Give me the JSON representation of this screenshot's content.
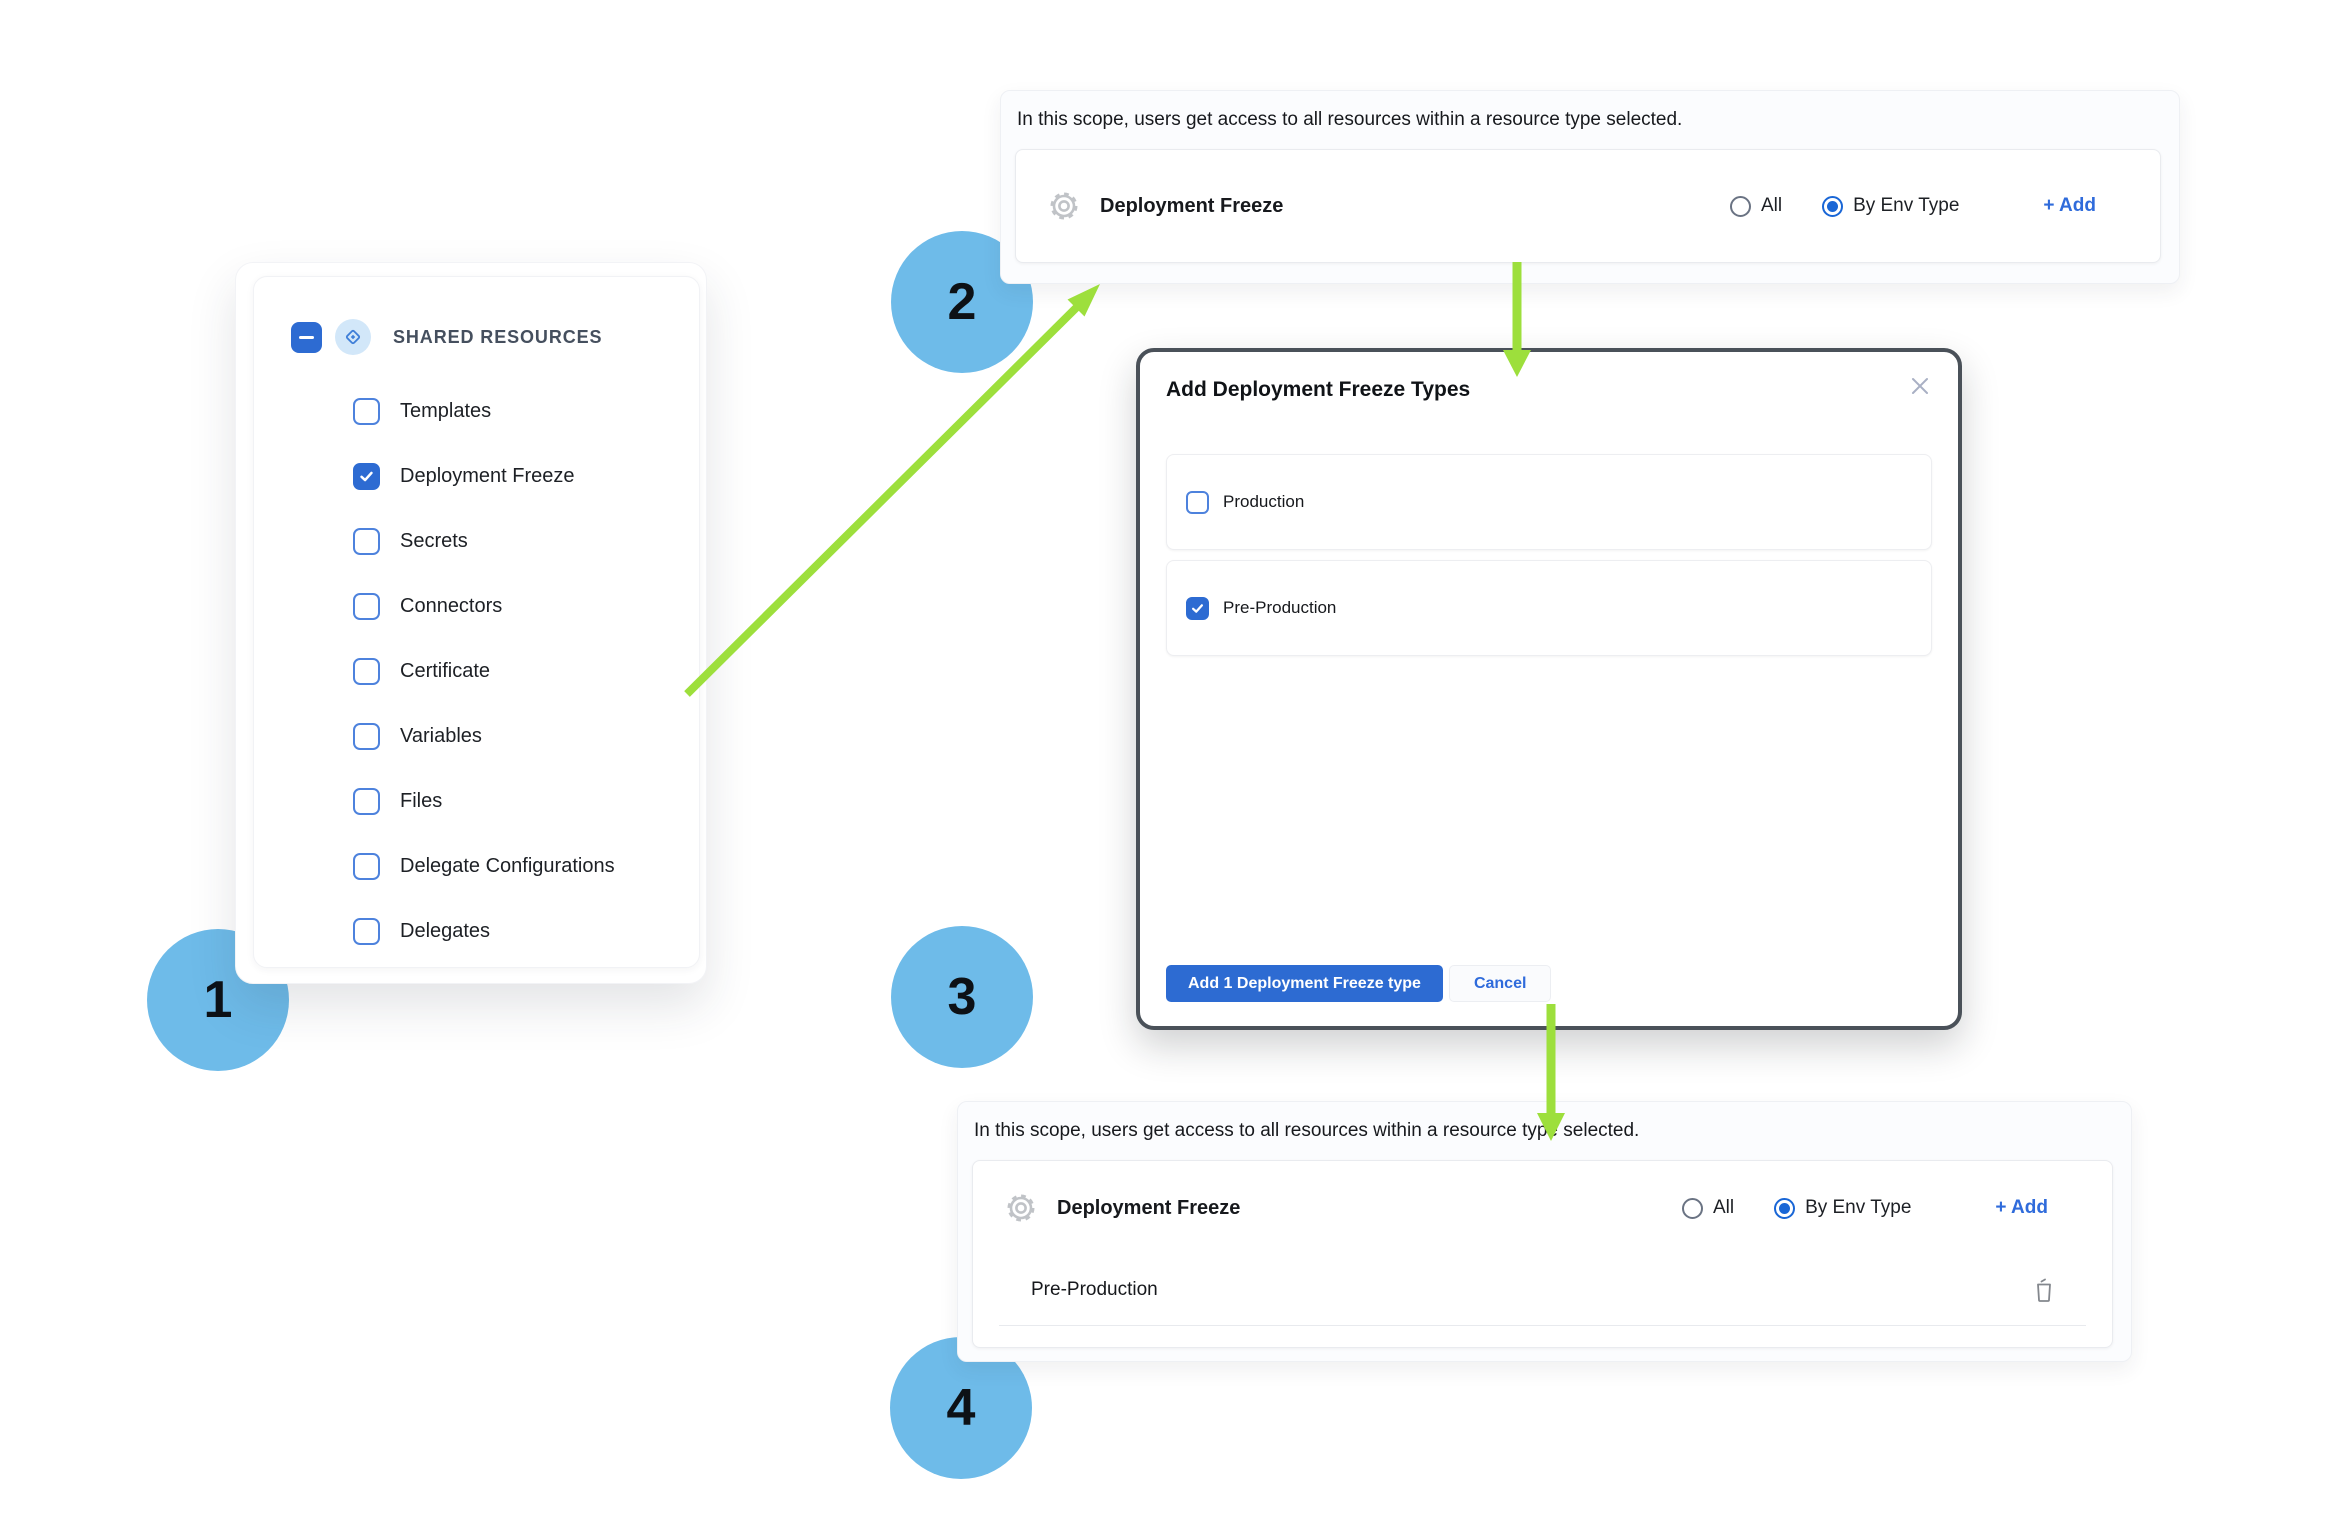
{
  "colors": {
    "primary_blue": "#2d6bd2",
    "link_blue": "#2f6bdb",
    "checkbox_blue": "#4d82dd",
    "arrow_green": "#9ddf3c",
    "step_circle": "#6ebbe9",
    "modal_border": "#4a5159",
    "panel_bg": "#fbfcfe",
    "card_border": "#e9ebef",
    "text_dark": "#17191d",
    "text_slate": "#454f5e",
    "icon_gray": "#c0c3c7",
    "radio_border": "#6a7383"
  },
  "steps": {
    "one": "1",
    "two": "2",
    "three": "3",
    "four": "4"
  },
  "sidebar": {
    "title": "SHARED RESOURCES",
    "items": [
      {
        "label": "Templates",
        "checked": false
      },
      {
        "label": "Deployment Freeze",
        "checked": true
      },
      {
        "label": "Secrets",
        "checked": false
      },
      {
        "label": "Connectors",
        "checked": false
      },
      {
        "label": "Certificate",
        "checked": false
      },
      {
        "label": "Variables",
        "checked": false
      },
      {
        "label": "Files",
        "checked": false
      },
      {
        "label": "Delegate Configurations",
        "checked": false
      },
      {
        "label": "Delegates",
        "checked": false
      }
    ]
  },
  "scope_top": {
    "description": "In this scope, users get access to all resources within a resource type selected.",
    "resource_name": "Deployment Freeze",
    "option_all": {
      "label": "All",
      "selected": false
    },
    "option_env": {
      "label": "By Env Type",
      "selected": true
    },
    "add_label": "+ Add"
  },
  "modal": {
    "title": "Add Deployment Freeze Types",
    "rows": [
      {
        "label": "Production",
        "checked": false
      },
      {
        "label": "Pre-Production",
        "checked": true
      }
    ],
    "confirm_label": "Add 1 Deployment Freeze type",
    "cancel_label": "Cancel"
  },
  "scope_bottom": {
    "description": "In this scope, users get access to all resources within a resource type selected.",
    "resource_name": "Deployment Freeze",
    "option_all": {
      "label": "All",
      "selected": false
    },
    "option_env": {
      "label": "By Env Type",
      "selected": true
    },
    "add_label": "+ Add",
    "env_types": [
      {
        "name": "Pre-Production"
      }
    ]
  }
}
